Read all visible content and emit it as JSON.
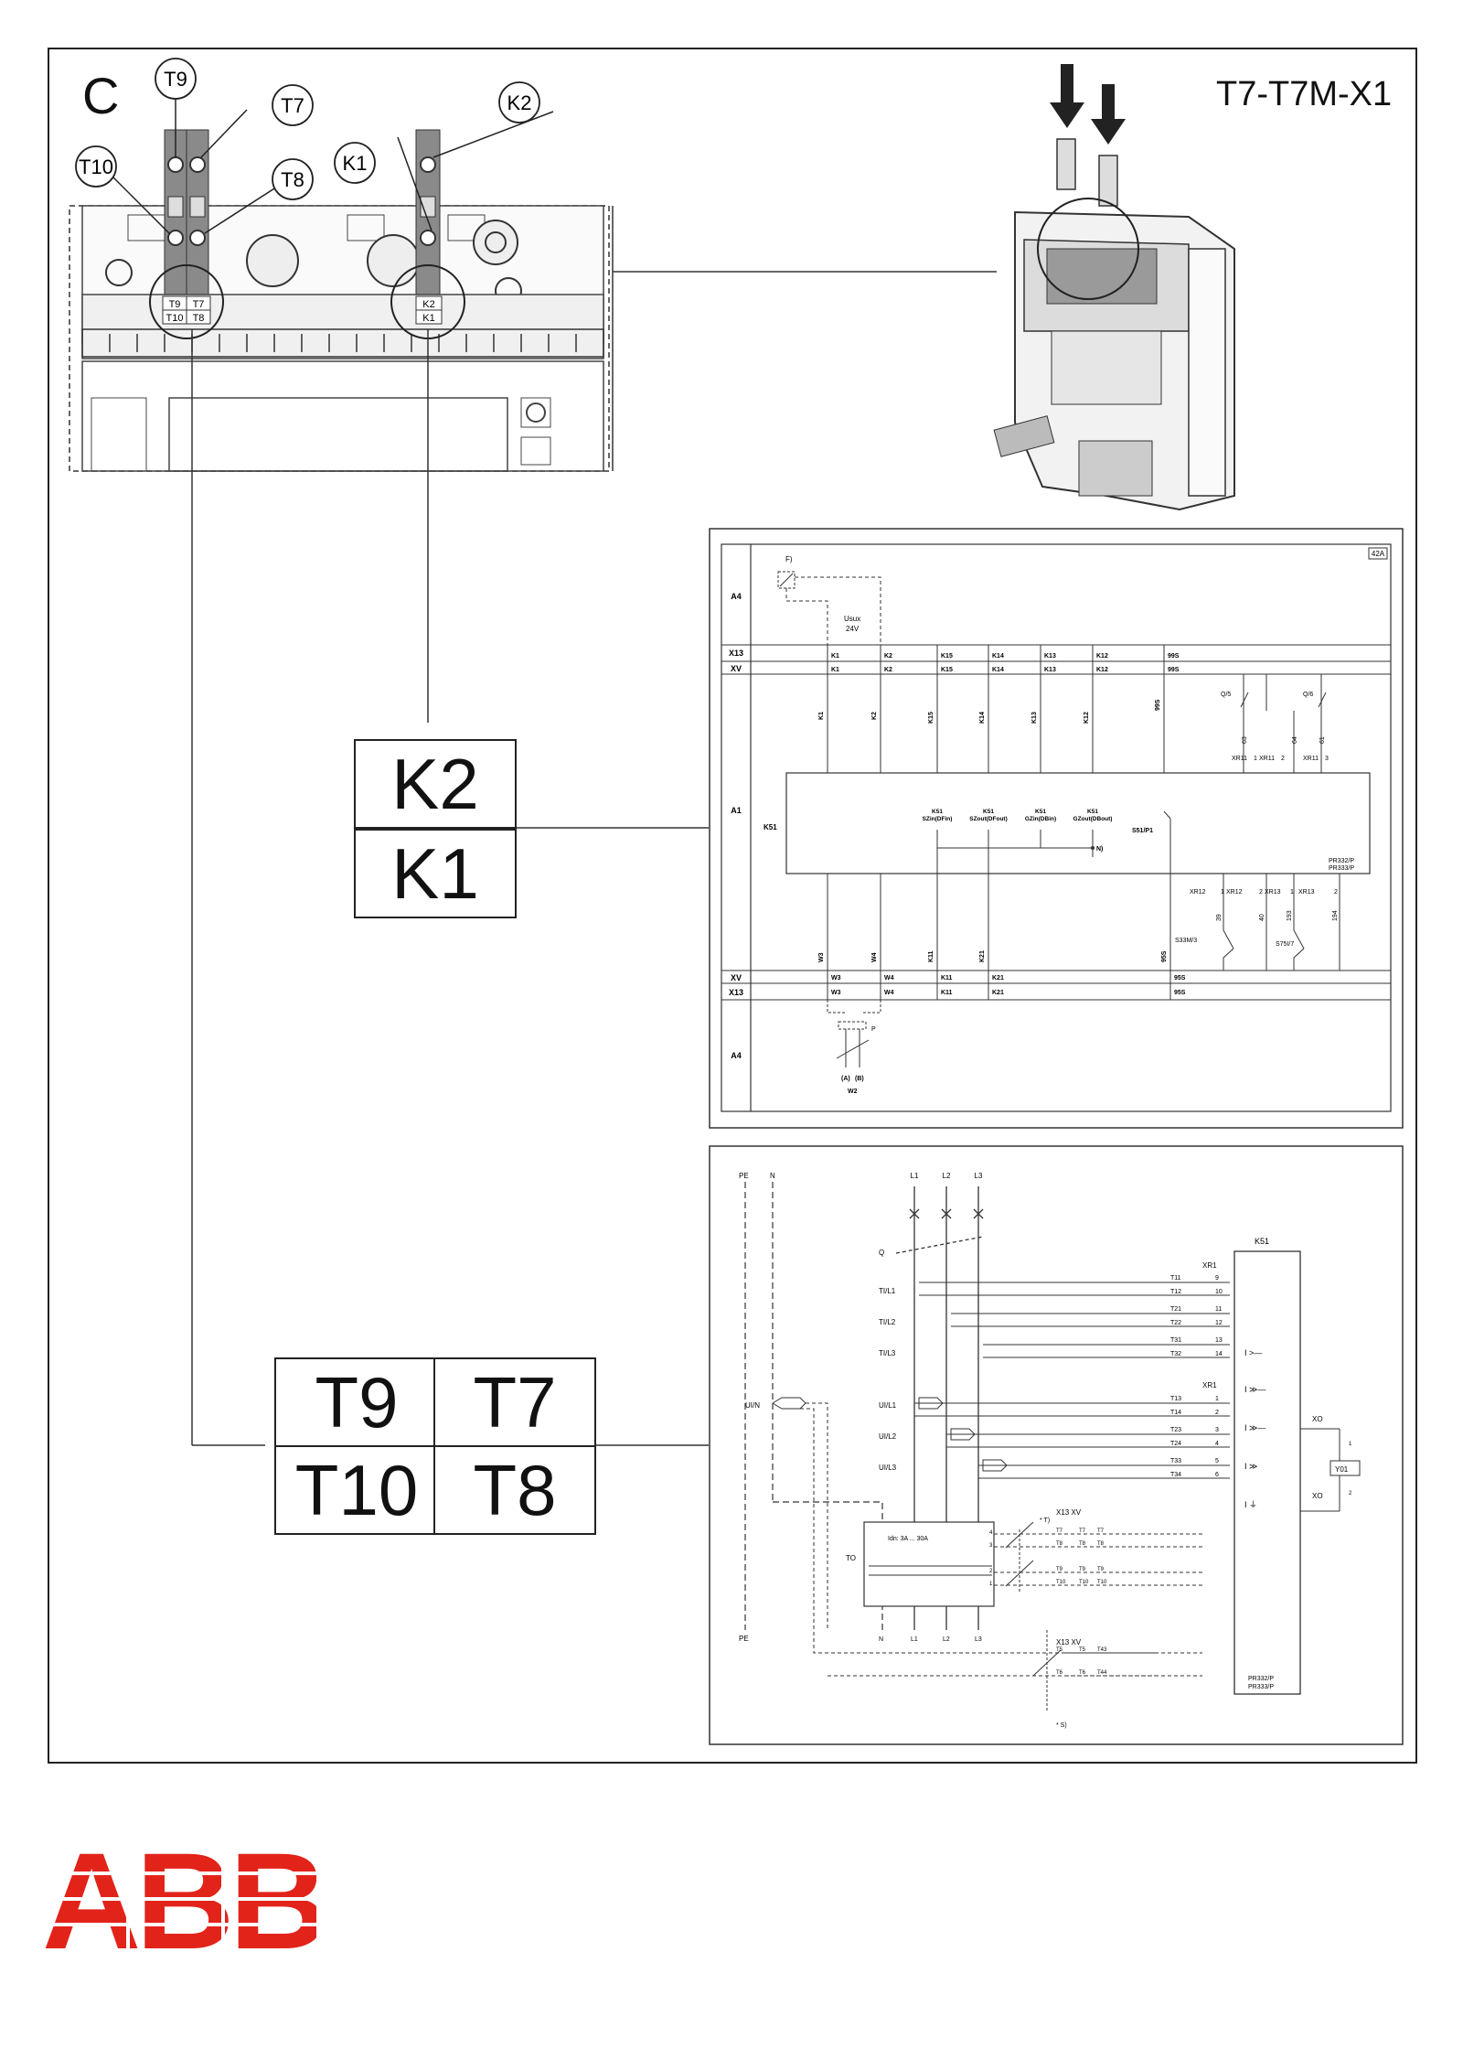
{
  "header": {
    "section_letter": "C",
    "title": "T7-T7M-X1"
  },
  "callouts": [
    "T9",
    "T7",
    "K2",
    "T10",
    "K1",
    "T8"
  ],
  "terminal_strip_labels": {
    "left": [
      "T9",
      "T7",
      "T10",
      "T8"
    ],
    "right": [
      "K2",
      "K1"
    ]
  },
  "big_labels": {
    "k": [
      "K2",
      "K1"
    ],
    "t": [
      "T9",
      "T7",
      "T10",
      "T8"
    ]
  },
  "schematic_top": {
    "corner_tag": "42A",
    "rows": [
      "A4",
      "X13",
      "XV",
      "A1",
      "XV",
      "X13",
      "A4"
    ],
    "usux": "Usux",
    "usux_v": "24V",
    "f_label": "F)",
    "x13_top": [
      "K1",
      "K2",
      "K15",
      "K14",
      "K13",
      "K12",
      "99S"
    ],
    "xv_top": [
      "K1",
      "K2",
      "K15",
      "K14",
      "K13",
      "K12",
      "99S"
    ],
    "wires_top": [
      "K1",
      "K2",
      "K15",
      "K14",
      "K13",
      "K12",
      "99S"
    ],
    "q_labels": [
      "Q/5",
      "Q/6"
    ],
    "xr_top": [
      "XR11",
      "1",
      "XR11",
      "2",
      "XR11",
      "3"
    ],
    "xr_top_nums": [
      "63",
      "64",
      "61"
    ],
    "k51": "K51",
    "k51_items": [
      "K51",
      "SZin(DFin)",
      "K51",
      "SZout(DFout)",
      "K51",
      "GZin(DBin)",
      "K51",
      "GZout(DBout)"
    ],
    "s51": "S51/P1",
    "n_label": "N)",
    "pr": [
      "PR332/P",
      "PR333/P"
    ],
    "xr_bot": [
      "XR12",
      "1",
      "XR12",
      "2",
      "XR13",
      "1",
      "XR13",
      "2"
    ],
    "xr_bot_nums": [
      "39",
      "40",
      "193",
      "194"
    ],
    "s33": "S33M/3",
    "s75": "S75I/7",
    "wires_bot": [
      "W3",
      "W4",
      "K11",
      "K21",
      "95S"
    ],
    "xv_bot": [
      "W3",
      "W4",
      "K11",
      "K21",
      "95S"
    ],
    "x13_bot": [
      "W3",
      "W4",
      "K11",
      "K21",
      "95S"
    ],
    "w2_labels": [
      "(A)",
      "(B)",
      "W2"
    ],
    "p_label": "P"
  },
  "schematic_bottom": {
    "pe": "PE",
    "n": "N",
    "phases": [
      "L1",
      "L2",
      "L3"
    ],
    "q": "Q",
    "k51": "K51",
    "xr1": "XR1",
    "tl": [
      "TI/L1",
      "TI/L2",
      "TI/L3"
    ],
    "ul": [
      "UI/L1",
      "UI/L2",
      "UI/L3"
    ],
    "uin": "UI/N",
    "t_upper": [
      "T11",
      "T12",
      "T21",
      "T22",
      "T31",
      "T32"
    ],
    "n_upper": [
      "9",
      "10",
      "11",
      "12",
      "13",
      "14"
    ],
    "t_lower": [
      "T13",
      "T14",
      "T23",
      "T24",
      "T33",
      "T34"
    ],
    "n_lower": [
      "1",
      "2",
      "3",
      "4",
      "5",
      "6"
    ],
    "xo": "XO",
    "y01": "Y01",
    "xo_nums": [
      "1",
      "2"
    ],
    "to": "TO",
    "idn": "Idn: 3A ... 30A",
    "to_nums": [
      "4",
      "3",
      "2",
      "1"
    ],
    "t_note": "* T)",
    "s_note": "* S)",
    "x13xv": "X13  XV",
    "to_terms_a": [
      "T7",
      "T7",
      "T7"
    ],
    "to_terms_b": [
      "T8",
      "T8",
      "T8"
    ],
    "to_terms_c": [
      "T9",
      "T9",
      "T9"
    ],
    "to_terms_d": [
      "T10",
      "T10",
      "T10"
    ],
    "s_terms_a": [
      "T5",
      "T5",
      "T43"
    ],
    "s_terms_b": [
      "T6",
      "T6",
      "T44"
    ],
    "bottom_labels": [
      "N",
      "L1",
      "L2",
      "L3"
    ],
    "pr": [
      "PR332/P",
      "PR333/P"
    ]
  },
  "logo": {
    "text": "ABB",
    "color": "#e2231a"
  }
}
